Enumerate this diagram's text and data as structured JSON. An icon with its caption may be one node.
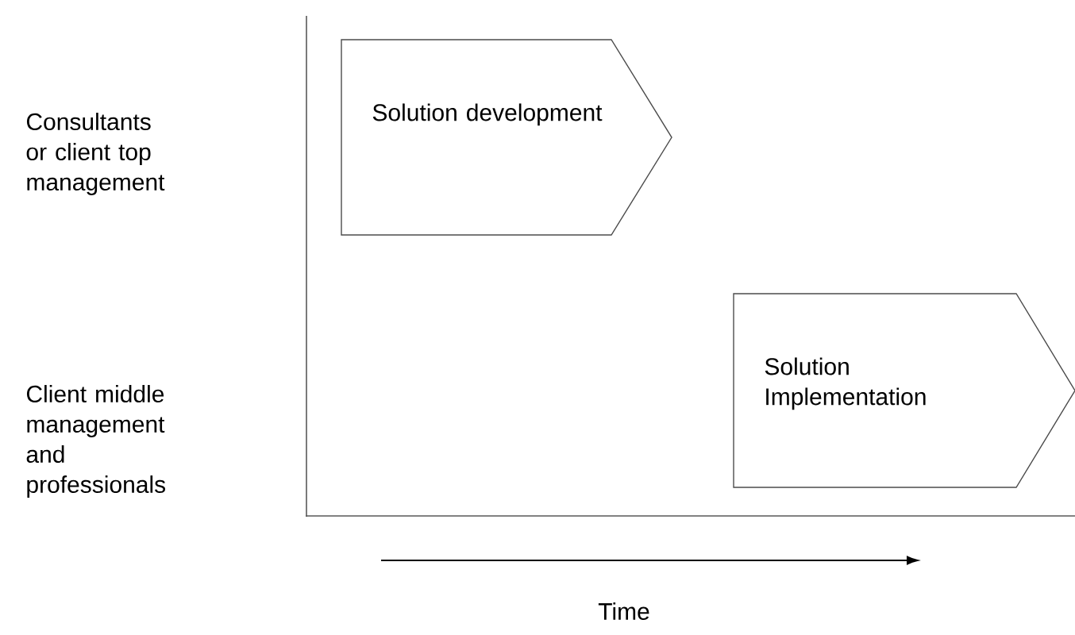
{
  "diagram": {
    "nodes": [
      {
        "text": [
          "Solution development"
        ]
      },
      {
        "text": [
          "Solution Implementation"
        ]
      }
    ],
    "labels": [
      "Consultants or client top management",
      "Client middle management and professionals",
      "Time"
    ]
  }
}
